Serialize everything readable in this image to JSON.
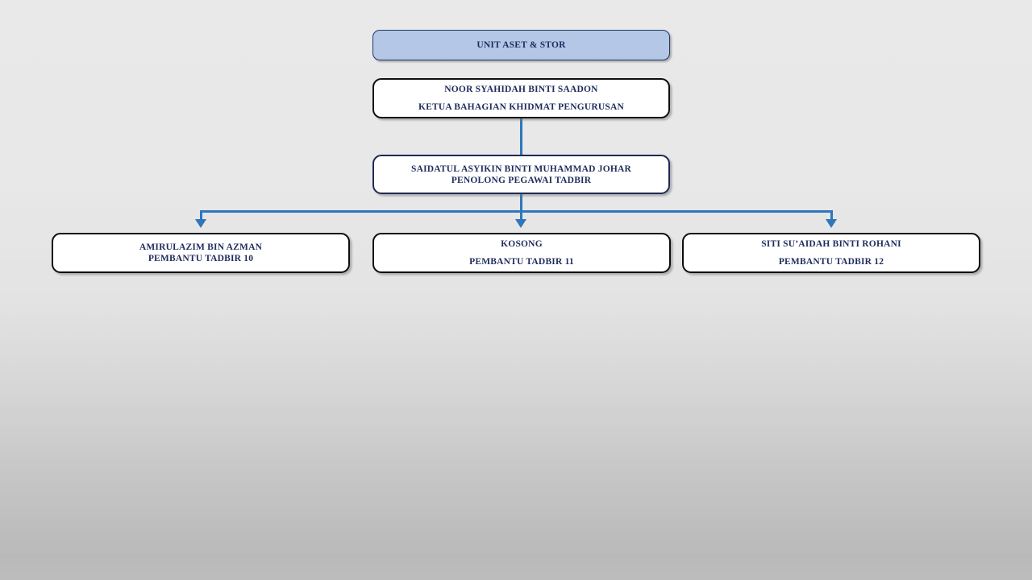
{
  "chart": {
    "title": "UNIT ASET & STOR",
    "nodes": [
      {
        "id": "unit-header",
        "style": "unit",
        "lines": [
          "UNIT ASET & STOR"
        ]
      },
      {
        "id": "ketua-bahagian",
        "style": "black",
        "lines": [
          "NOOR SYAHIDAH BINTI SAADON",
          "KETUA BAHAGIAN KHIDMAT PENGURUSAN"
        ]
      },
      {
        "id": "penolong-pegawai-tadbir",
        "style": "navy",
        "lines": [
          "SAIDATUL ASYIKIN BINTI MUHAMMAD JOHAR",
          "PENOLONG PEGAWAI TADBIR"
        ]
      },
      {
        "id": "pembantu-tadbir-10",
        "style": "black",
        "lines": [
          "AMIRULAZIM BIN AZMAN",
          "PEMBANTU TADBIR 10"
        ]
      },
      {
        "id": "pembantu-tadbir-11",
        "style": "black",
        "lines": [
          "KOSONG",
          "PEMBANTU TADBIR 11"
        ]
      },
      {
        "id": "pembantu-tadbir-12",
        "style": "black",
        "lines": [
          "SITI SU’AIDAH BINTI ROHANI",
          "PEMBANTU TADBIR 12"
        ]
      }
    ],
    "colors": {
      "connector": "#2e77bb",
      "unit_fill": "#b4c7e7",
      "unit_border": "#1f3864",
      "box_border_black": "#0d0d0d",
      "box_border_navy": "#1f2a54",
      "text": "#1f2c5c",
      "background_top": "#e9e9e9",
      "background_bottom": "#b9b9b9"
    }
  }
}
